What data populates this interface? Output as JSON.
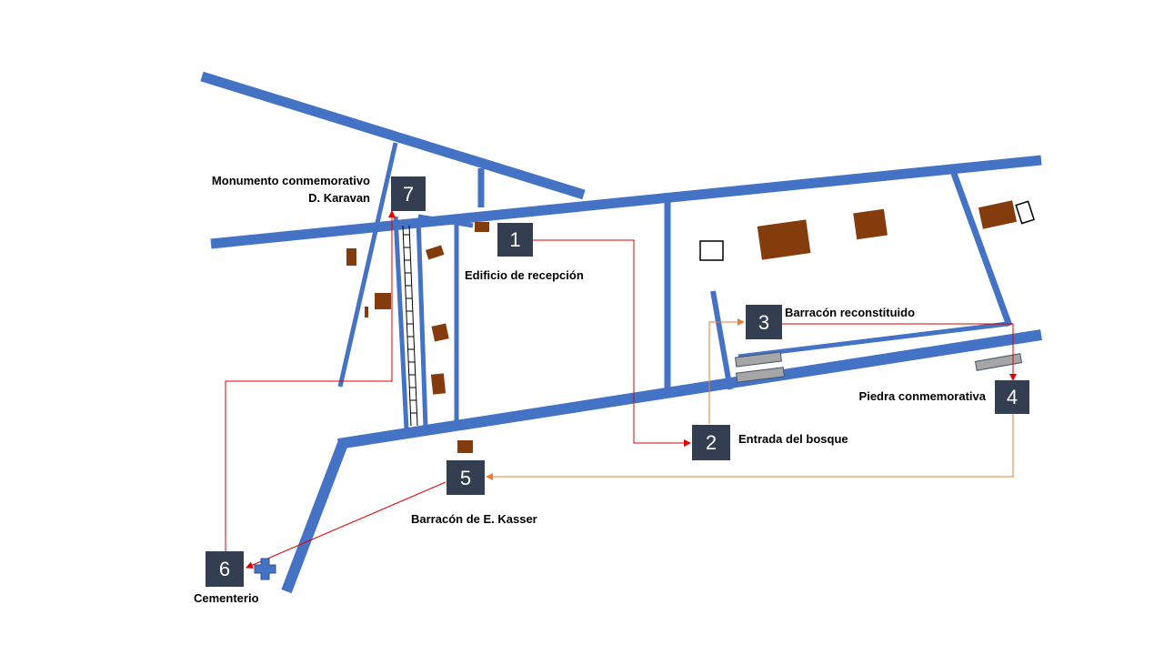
{
  "colors": {
    "road": "#4472c4",
    "building": "#843c0c",
    "barrack": "#a6a6a6",
    "marker": "#333f50",
    "route_red": "#e00000",
    "route_orange": "#ed7d31",
    "cemetery": "#4472c4"
  },
  "stops": [
    {
      "number": "1",
      "label": "Edificio de recepción"
    },
    {
      "number": "2",
      "label": "Entrada del bosque"
    },
    {
      "number": "3",
      "label": "Barracón reconstituido"
    },
    {
      "number": "4",
      "label": "Piedra conmemorativa"
    },
    {
      "number": "5",
      "label": "Barracón  de E. Kasser"
    },
    {
      "number": "6",
      "label": "Cementerio"
    },
    {
      "number": "7",
      "label_line1": "Monumento conmemorativo",
      "label_line2": "D. Karavan"
    }
  ],
  "icons": {
    "cemetery": "cross-icon"
  }
}
